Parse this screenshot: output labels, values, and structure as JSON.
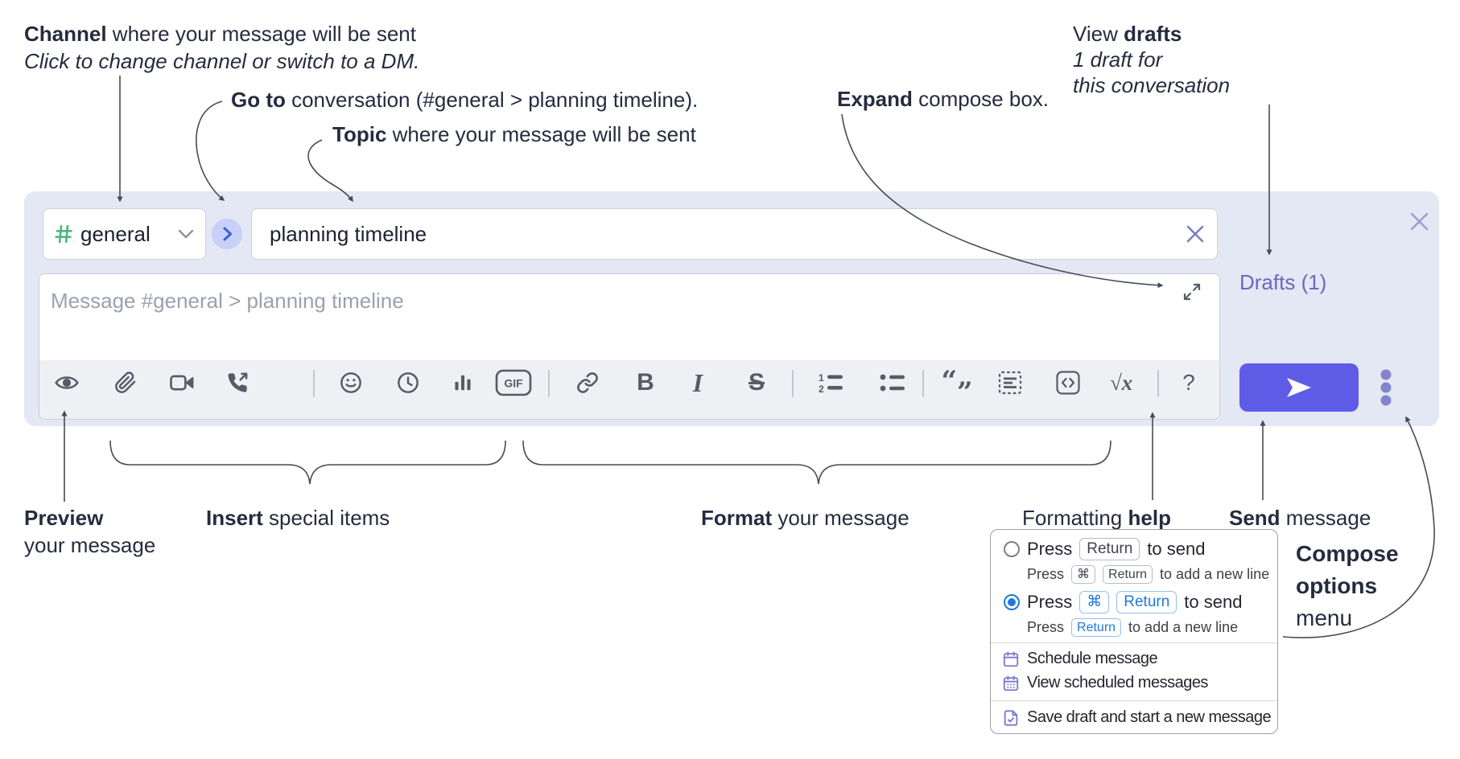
{
  "annotations": {
    "channel_bold": "Channel",
    "channel_rest": " where your message will be sent",
    "channel_sub": "Click to change channel or switch to a DM.",
    "goto_bold": "Go to",
    "goto_rest": " conversation (#general > planning timeline).",
    "topic_bold": "Topic",
    "topic_rest": " where your message will be sent",
    "expand_bold": "Expand",
    "expand_rest": " compose box.",
    "drafts_pre": "View ",
    "drafts_bold": "drafts",
    "drafts_sub1": "1 draft for",
    "drafts_sub2": "this conversation",
    "preview_bold": "Preview",
    "preview_rest": "your message",
    "insert_bold": "Insert",
    "insert_rest": " special items",
    "format_bold": "Format",
    "format_rest": " your message",
    "help_pre": "Formatting ",
    "help_bold": "help",
    "send_bold": "Send",
    "send_rest": " message",
    "options_bold1": "Compose",
    "options_bold2": "options",
    "options_rest": "menu"
  },
  "compose": {
    "channel_name": "general",
    "topic_value": "planning timeline",
    "drafts_link": "Drafts (1)",
    "message_placeholder": "Message #general > planning timeline",
    "gif_label": "GIF",
    "bold_label": "B",
    "italic_label": "I",
    "strike_label": "S",
    "ol_1": "1",
    "ol_2": "2",
    "quote_open": "“",
    "quote_close": "”",
    "math_label": "√x",
    "help_label": "?"
  },
  "popup": {
    "opt1_pre": "Press",
    "opt1_kbd": "Return",
    "opt1_post": "to send",
    "opt1_sub_pre": "Press",
    "opt1_sub_kbd1": "⌘",
    "opt1_sub_kbd2": "Return",
    "opt1_sub_post": "to add a new line",
    "opt2_pre": "Press",
    "opt2_kbd1": "⌘",
    "opt2_kbd2": "Return",
    "opt2_post": "to send",
    "opt2_sub_pre": "Press",
    "opt2_sub_kbd": "Return",
    "opt2_sub_post": "to add a new line",
    "item_schedule": "Schedule message",
    "item_view_scheduled": "View scheduled messages",
    "item_save_draft": "Save draft and start a new message"
  },
  "colors": {
    "compose_bg": "#e4e7f4",
    "accent_indigo": "#5e5ce6",
    "link_purple": "#6b67c0",
    "hash_green": "#4db87c",
    "kbd_blue": "#2079d8",
    "icon_gray": "#565c66",
    "popup_icon_purple": "#7b79ce"
  }
}
